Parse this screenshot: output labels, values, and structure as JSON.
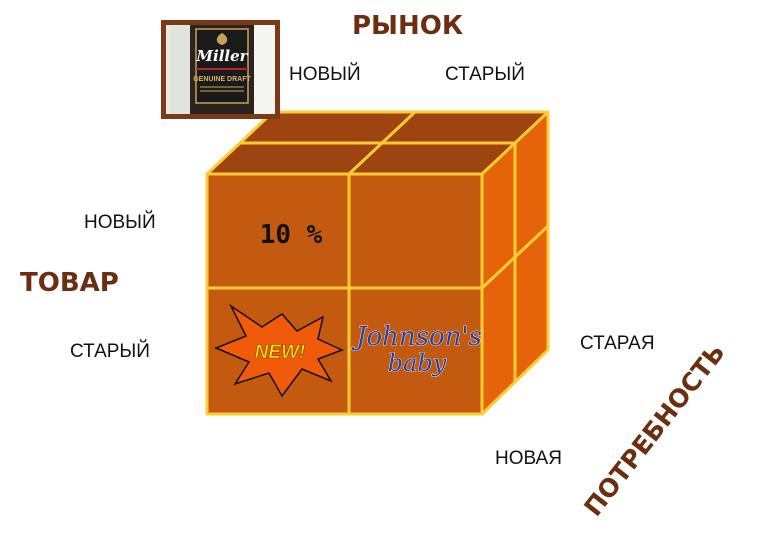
{
  "axis_market": {
    "title": "РЫНОК",
    "new": "НОВЫЙ",
    "old": "СТАРЫЙ"
  },
  "axis_product": {
    "title": "ТОВАР",
    "new": "НОВЫЙ",
    "old": "СТАРЫЙ"
  },
  "axis_need": {
    "title": "ПОТРЕБНОСТЬ",
    "old": "СТАРАЯ",
    "new": "НОВАЯ"
  },
  "cells": {
    "new_product_new_market": "10 %",
    "starburst": "NEW!"
  },
  "logos": {
    "miller_brand": "Miller",
    "miller_line1": "GENUINE DRAFT",
    "johnsons_line1": "Johnson's",
    "johnsons_line2": "baby"
  },
  "colors": {
    "front": "#c45a0f",
    "top": "#9e4410",
    "side": "#e5640a",
    "edges": "#ffcc33",
    "title": "#6b2e10",
    "burst": "#f05a0a",
    "burst_text": "#ffe600",
    "johnsons_blue": "#2a3f9a"
  }
}
